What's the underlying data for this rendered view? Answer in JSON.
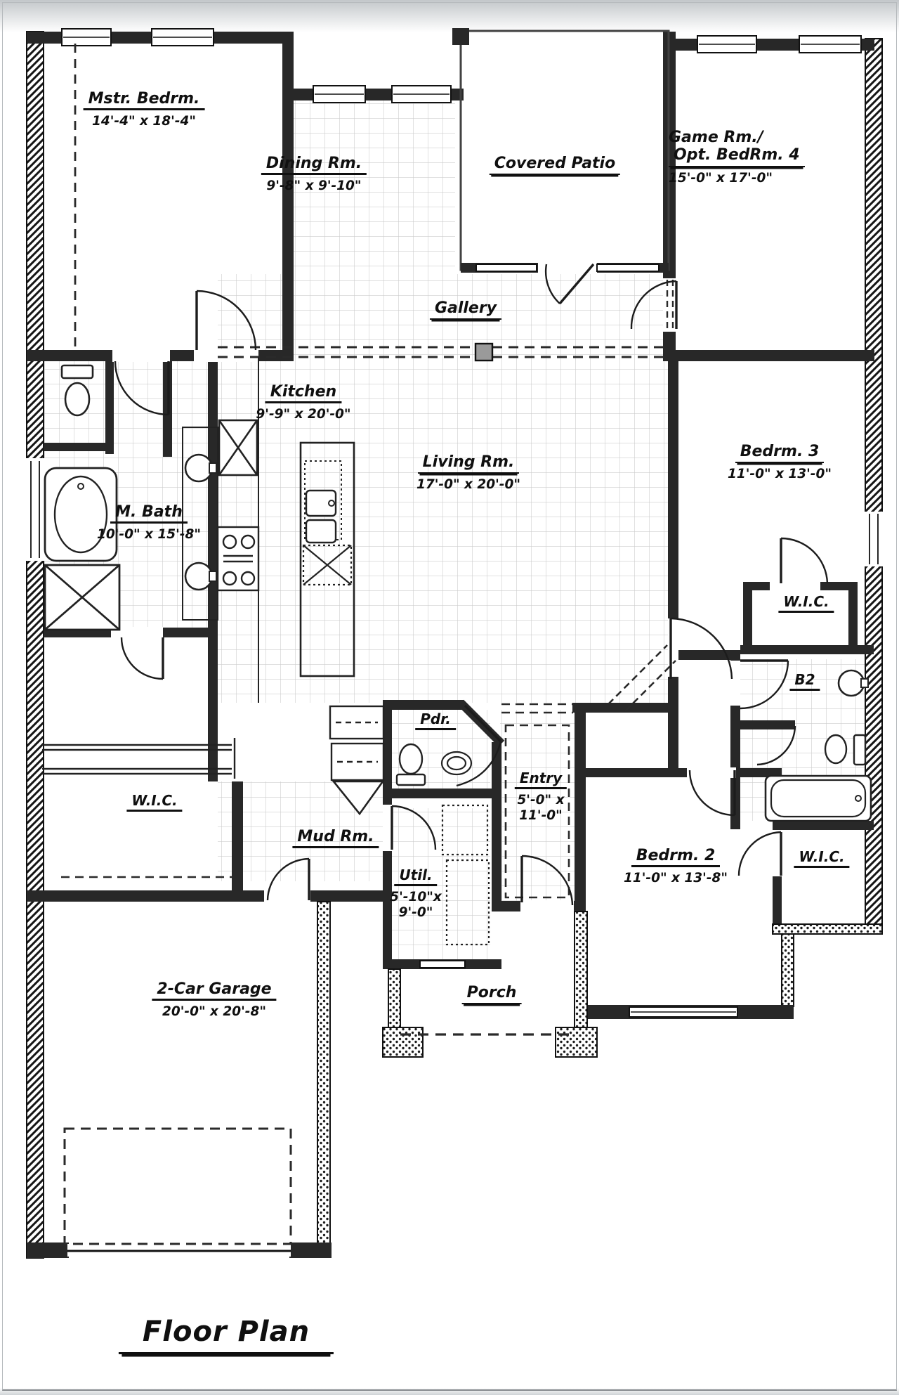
{
  "title": {
    "label": "Floor Plan"
  },
  "rooms": {
    "master": {
      "label": "Mstr. Bedrm.",
      "dims": "14'-4\" x 18'-4\""
    },
    "dining": {
      "label": "Dining Rm.",
      "dims": "9'-8\" x 9'-10\""
    },
    "patio": {
      "label": "Covered Patio"
    },
    "game": {
      "label": "Game Rm./",
      "label2": "Opt. BedRm. 4",
      "dims": "15'-0\" x 17'-0\""
    },
    "gallery": {
      "label": "Gallery"
    },
    "kitchen": {
      "label": "Kitchen",
      "dims": "9'-9\" x 20'-0\""
    },
    "living": {
      "label": "Living Rm.",
      "dims": "17'-0\" x 20'-0\""
    },
    "bedroom3": {
      "label": "Bedrm. 3",
      "dims": "11'-0\" x 13'-0\""
    },
    "master_bath": {
      "label": "M. Bath",
      "dims": "10'-0\" x 15'-8\""
    },
    "wic_bedroom3": {
      "label": "W.I.C."
    },
    "bath2": {
      "label": "B2"
    },
    "powder": {
      "label": "Pdr."
    },
    "entry": {
      "label": "Entry",
      "dims_line1": "5'-0\" x",
      "dims_line2": "11'-0\""
    },
    "mud": {
      "label": "Mud Rm."
    },
    "utility": {
      "label": "Util.",
      "dims_line1": "5'-10\"x",
      "dims_line2": "9'-0\""
    },
    "bedroom2": {
      "label": "Bedrm. 2",
      "dims": "11'-0\" x 13'-8\""
    },
    "wic_bedroom2": {
      "label": "W.I.C."
    },
    "wic_master": {
      "label": "W.I.C."
    },
    "garage": {
      "label": "2-Car Garage",
      "dims": "20'-0\" x 20'-8\""
    },
    "porch": {
      "label": "Porch"
    }
  },
  "colors": {
    "ink": "#1f1f1f",
    "paper": "#ffffff",
    "tile_line": "#cdcdcd",
    "margin_gray": "#c3c7ca"
  }
}
